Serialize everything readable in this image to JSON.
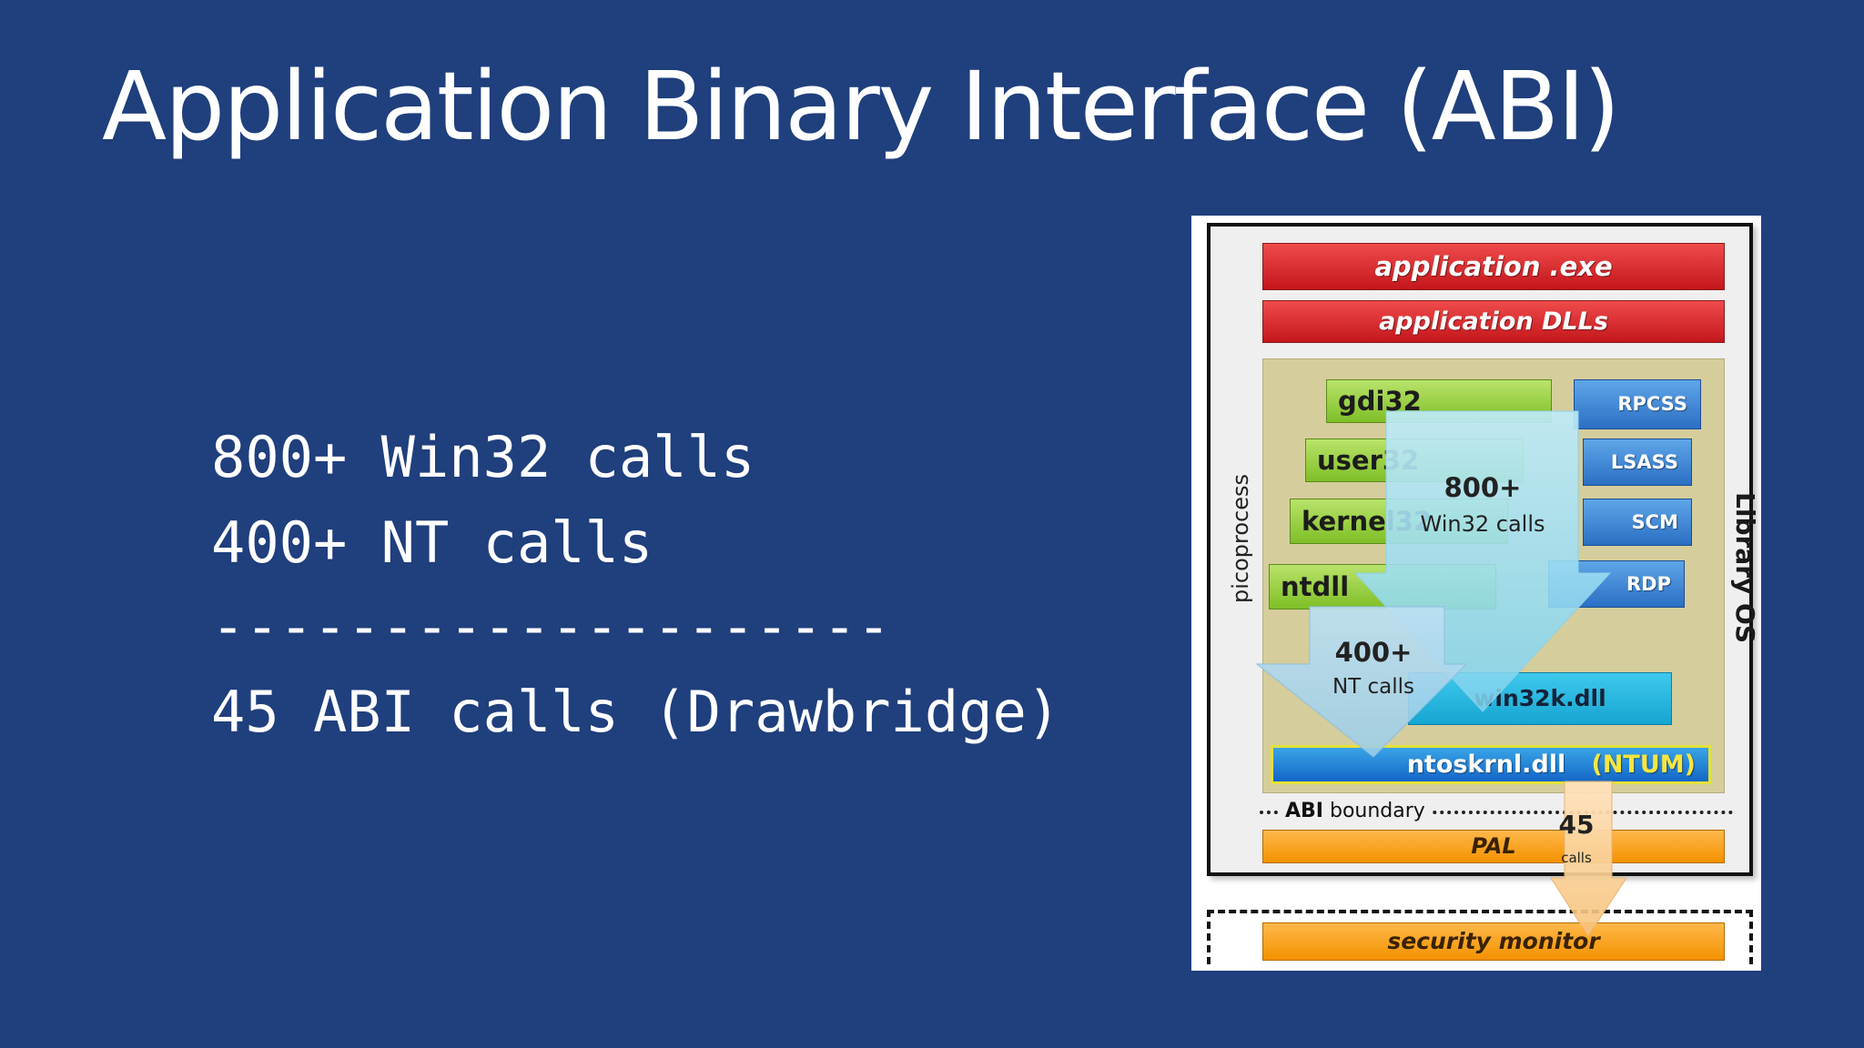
{
  "slide": {
    "title": "Application Binary Interface (ABI)",
    "lines": [
      "800+ Win32 calls",
      "400+ NT calls",
      "--------------------",
      "45 ABI calls (Drawbridge)"
    ]
  },
  "diagram": {
    "app_exe": "application .exe",
    "app_dlls": "application DLLs",
    "green_dlls": [
      "gdi32",
      "user32",
      "kernel32",
      "ntdll"
    ],
    "services": [
      "RPCSS",
      "LSASS",
      "SCM",
      "RDP"
    ],
    "win32k": "win32k.dll",
    "ntoskrnl": "ntoskrnl.dll",
    "ntum": "(NTUM)",
    "abi_boundary_strong": "ABI",
    "abi_boundary_rest": " boundary",
    "pal": "PAL",
    "security_monitor": "security monitor",
    "picoprocess": "picoprocess",
    "library_os": "Library OS",
    "win32_arrow": {
      "count": "800+",
      "text": "Win32 calls"
    },
    "nt_arrow": {
      "count": "400+",
      "text": "NT calls"
    },
    "abi_arrow": {
      "count": "45",
      "text": "calls"
    },
    "colors": {
      "background": "#1f3f7d",
      "red": "#d42a2a",
      "green": "#8dc63f",
      "blue": "#3a85d6",
      "cyan": "#24b5e0",
      "orange": "#f7a21b",
      "tan": "#d6cd9c"
    }
  }
}
